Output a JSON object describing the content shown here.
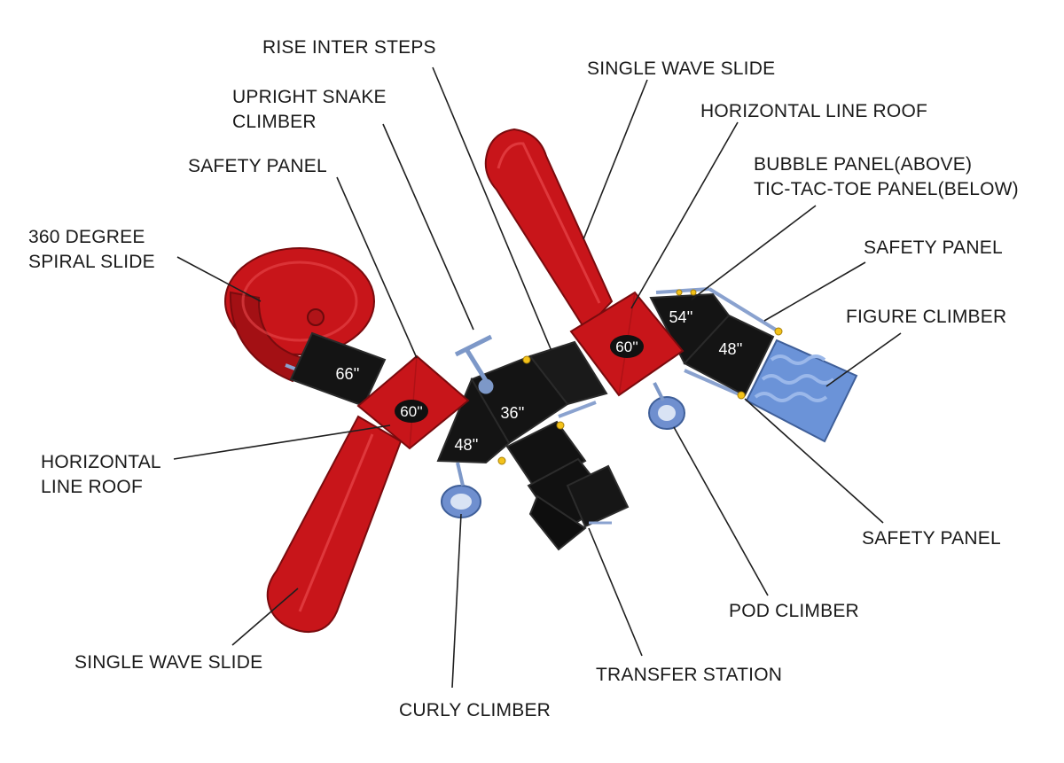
{
  "palette": {
    "slide_red": "#d4171c",
    "slide_red_dark": "#8e0d10",
    "roof_red": "#c8151a",
    "deck_black": "#151515",
    "frame_blue": "#7d98c8",
    "climber_blue": "#5f86cf",
    "bolt_yellow": "#f3c21a",
    "leader_line": "#1f1f1f"
  },
  "labels": {
    "rise_inter_steps": "RISE INTER STEPS",
    "single_wave_slide_top": "SINGLE WAVE SLIDE",
    "upright_snake_climber": "UPRIGHT SNAKE\nCLIMBER",
    "horizontal_line_roof_right": "HORIZONTAL LINE ROOF",
    "safety_panel_top_left": "SAFETY PANEL",
    "bubble_panel": "BUBBLE PANEL(ABOVE)\nTIC-TAC-TOE PANEL(BELOW)",
    "spiral_slide": "360 DEGREE\nSPIRAL SLIDE",
    "safety_panel_right": "SAFETY PANEL",
    "figure_climber": "FIGURE CLIMBER",
    "horizontal_line_roof_left": "HORIZONTAL\nLINE ROOF",
    "safety_panel_bottom_right": "SAFETY PANEL",
    "pod_climber": "POD CLIMBER",
    "single_wave_slide_bottom": "SINGLE WAVE SLIDE",
    "transfer_station": "TRANSFER STATION",
    "curly_climber": "CURLY CLIMBER"
  },
  "deck_heights": {
    "deck_66": "66''",
    "roof_left": "60''",
    "deck_36": "36''",
    "deck_48_left": "48''",
    "roof_right": "60''",
    "deck_54": "54''",
    "deck_48_right": "48''"
  }
}
